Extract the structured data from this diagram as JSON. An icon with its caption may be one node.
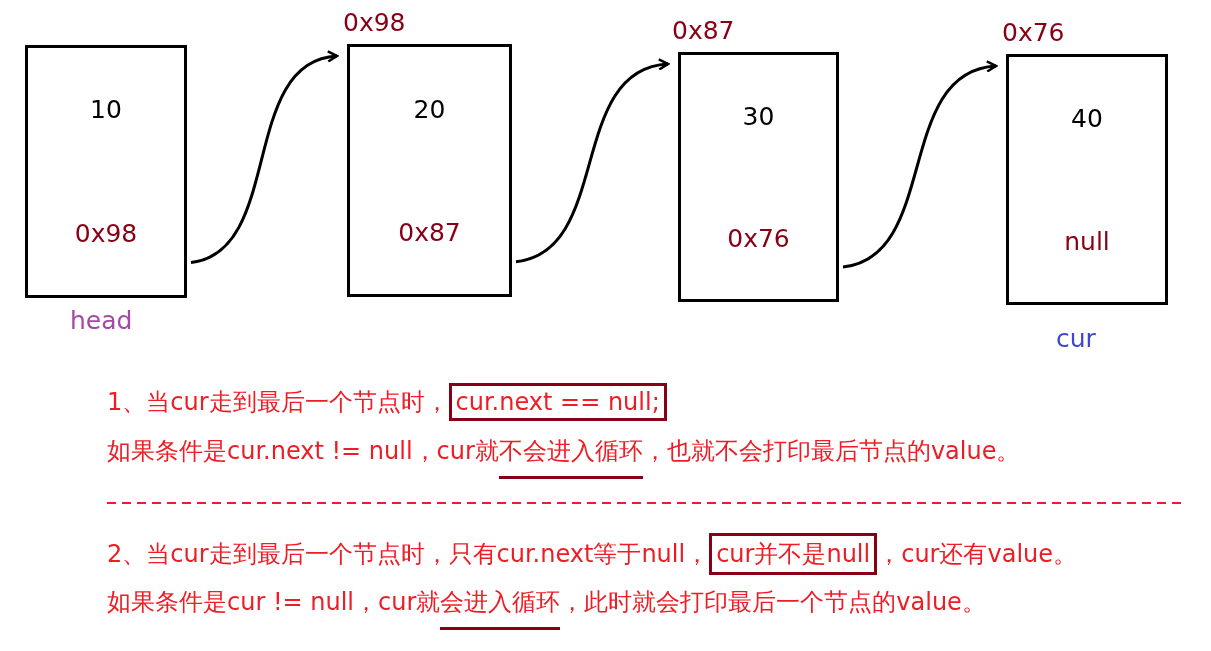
{
  "diagram": {
    "nodes": [
      {
        "text": [
          "10"
        ]
      },
      {
        "text": [
          "0x98"
        ],
        "beside": [
          "head"
        ]
      },
      {
        "text": [
          "20"
        ],
        "beside": [
          "0x98"
        ]
      },
      {
        "text": [
          "0x87"
        ]
      },
      {
        "text": [
          "30"
        ],
        "beside": [
          "0x87"
        ]
      },
      {
        "text": [
          "0x76"
        ]
      },
      {
        "text": [
          "40"
        ],
        "beside": [
          "0x76"
        ]
      },
      {
        "text": [
          "null"
        ],
        "beside": [
          "cur"
        ]
      },
      {
        "text": [
          "cur.next == null;"
        ]
      },
      {
        "text": [
          "cur并不是null"
        ]
      }
    ],
    "edges": [
      {
        "from": 1,
        "to": 2,
        "arrow": "to"
      },
      {
        "from": 3,
        "to": 4,
        "arrow": "to"
      },
      {
        "from": 5,
        "to": 6,
        "arrow": "to"
      }
    ],
    "labels": [
      "1、当cur走到最后一个节点时，",
      "如果条件是cur.next != null，cur就",
      "不会进入循环",
      "，也就不会打印最后节点的value。",
      "2、当cur走到最后一个节点时，只有cur.next等于null，",
      "，cur还有value。",
      "如果条件是cur != null，cur就",
      "会进入循环",
      "，此时就会打印最后一个节点的value。"
    ]
  }
}
